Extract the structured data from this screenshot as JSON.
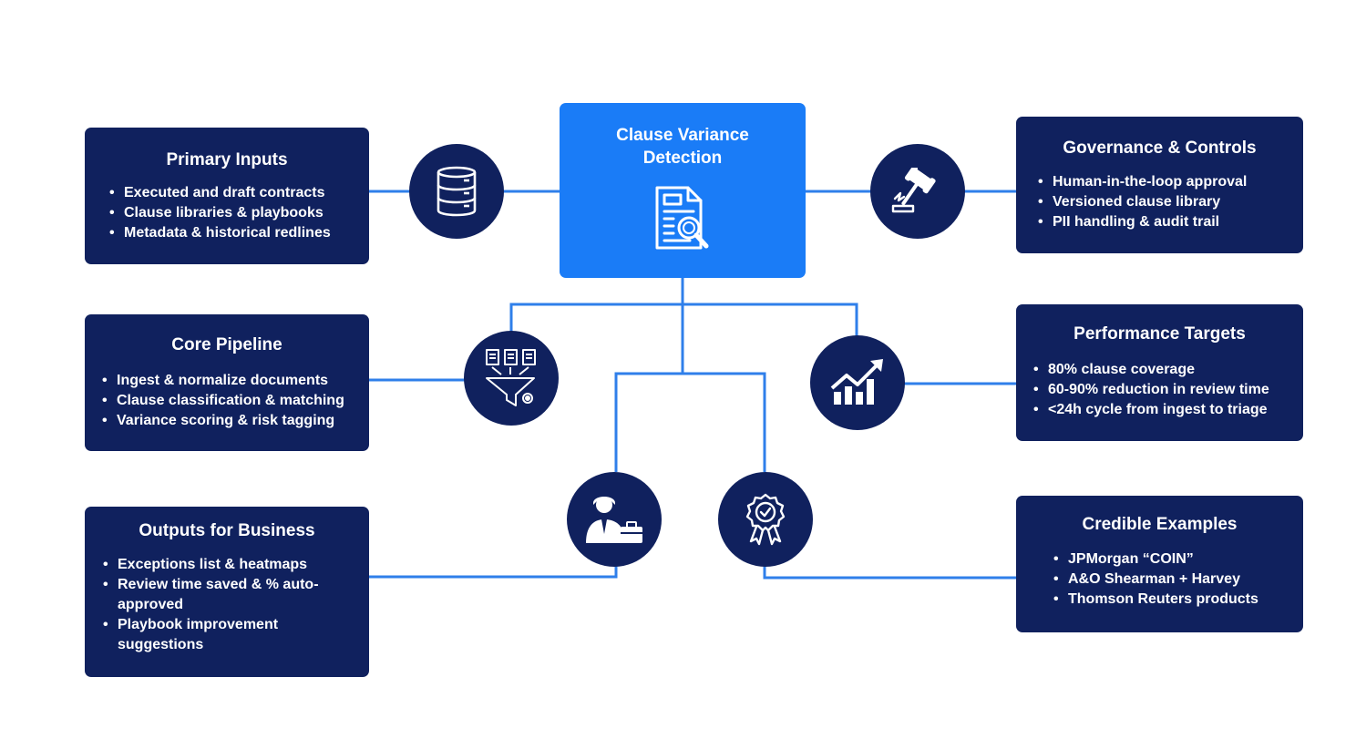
{
  "center": {
    "title_line1": "Clause Variance",
    "title_line2": "Detection",
    "icon": "document-search-icon"
  },
  "primary_inputs": {
    "title": "Primary Inputs",
    "items": [
      "Executed and draft contracts",
      "Clause libraries & playbooks",
      "Metadata & historical redlines"
    ],
    "icon": "database-icon"
  },
  "core_pipeline": {
    "title": "Core Pipeline",
    "items": [
      "Ingest & normalize documents",
      "Clause classification & matching",
      "Variance scoring & risk tagging"
    ],
    "icon": "document-funnel-icon"
  },
  "outputs": {
    "title": "Outputs for Business",
    "items": [
      "Exceptions list & heatmaps",
      "Review time saved & % auto-approved",
      "Playbook improvement suggestions"
    ],
    "icon": "business-person-icon"
  },
  "governance": {
    "title": "Governance & Controls",
    "items": [
      "Human-in-the-loop approval",
      "Versioned clause library",
      "PII handling & audit trail"
    ],
    "icon": "gavel-icon"
  },
  "performance": {
    "title": "Performance Targets",
    "items": [
      "80% clause coverage",
      "60-90% reduction in review time",
      "<24h cycle from ingest to triage"
    ],
    "icon": "growth-chart-icon"
  },
  "examples": {
    "title": "Credible Examples",
    "items": [
      "JPMorgan “COIN”",
      "A&O Shearman + Harvey",
      "Thomson Reuters products"
    ],
    "icon": "award-badge-icon"
  },
  "colors": {
    "navy": "#10215e",
    "accent": "#1a7cf7",
    "connector": "#2f7fea"
  }
}
